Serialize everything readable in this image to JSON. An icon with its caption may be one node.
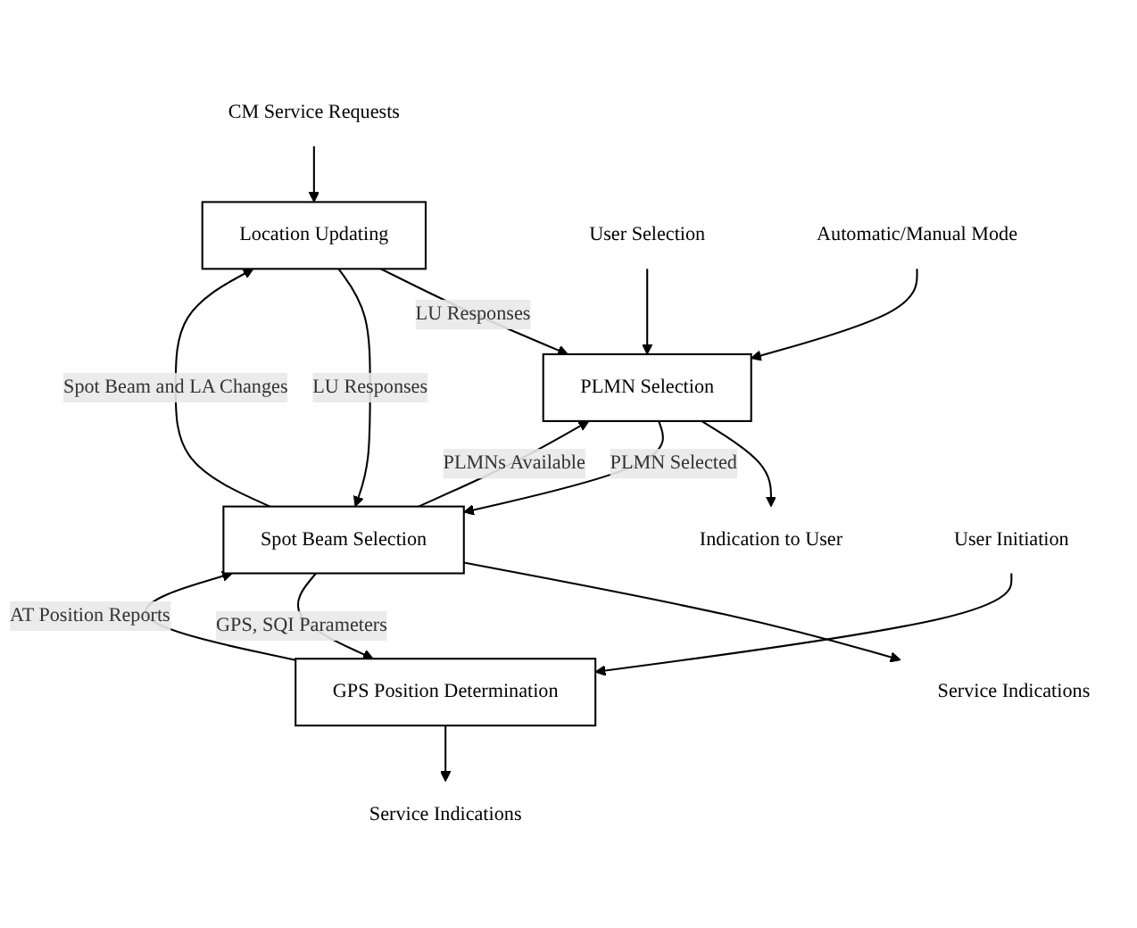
{
  "diagram": {
    "nodes": [
      {
        "text": [
          "Location Updating"
        ]
      },
      {
        "text": [
          "PLMN Selection"
        ]
      },
      {
        "text": [
          "Spot Beam Selection"
        ]
      },
      {
        "text": [
          "GPS Position Determination"
        ]
      },
      {
        "text": [
          "CM Service Requests"
        ]
      },
      {
        "text": [
          "User Selection"
        ]
      },
      {
        "text": [
          "Automatic/Manual Mode"
        ]
      },
      {
        "text": [
          "Indication to User"
        ]
      },
      {
        "text": [
          "Service Indications"
        ]
      },
      {
        "text": [
          "User Initiation"
        ]
      },
      {
        "text": [
          "Service Indications"
        ]
      }
    ],
    "edges": [
      {
        "from": 4,
        "to": 0,
        "arrow": "to"
      },
      {
        "from": 0,
        "to": 1,
        "arrow": "to",
        "label": "LU Responses"
      },
      {
        "from": 5,
        "to": 1,
        "arrow": "to"
      },
      {
        "from": 6,
        "to": 1,
        "arrow": "to"
      },
      {
        "from": 1,
        "to": 7,
        "arrow": "to"
      },
      {
        "from": 2,
        "to": 1,
        "arrow": "to",
        "label": "PLMNs Available"
      },
      {
        "from": 1,
        "to": 2,
        "arrow": "to",
        "label": "PLMN Selected"
      },
      {
        "from": 2,
        "to": 0,
        "arrow": "to",
        "label": "Spot Beam and LA Changes"
      },
      {
        "from": 0,
        "to": 2,
        "arrow": "to",
        "label": "LU Responses"
      },
      {
        "from": 2,
        "to": 8,
        "arrow": "to"
      },
      {
        "from": 3,
        "to": 2,
        "arrow": "to",
        "label": "AT Position Reports"
      },
      {
        "from": 2,
        "to": 3,
        "arrow": "to",
        "label": "GPS, SQI Parameters"
      },
      {
        "from": 9,
        "to": 3,
        "arrow": "to"
      },
      {
        "from": 3,
        "to": 10,
        "arrow": "to"
      }
    ]
  }
}
